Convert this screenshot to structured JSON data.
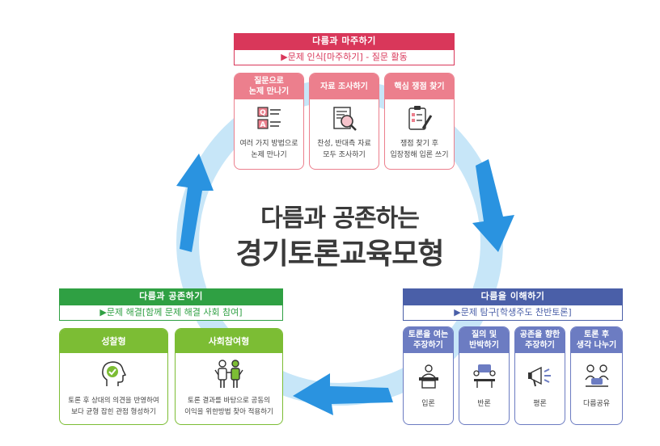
{
  "center": {
    "line1": "다름과 공존하는",
    "line2": "경기토론교육모형"
  },
  "colors": {
    "pink": "#d9375a",
    "pink_light": "#ec7f8d",
    "blue": "#4a5fa8",
    "blue_light": "#6c7cc2",
    "green": "#2fa043",
    "green_light": "#7cbd34",
    "ring": "#c7e6f8",
    "arrow": "#2a93e0"
  },
  "top": {
    "header": "다름과 마주하기",
    "sub": "▶문제 인식[마주하기] - 질문 활동",
    "cards": [
      {
        "title": "질문으로\n논제 만나기",
        "icon": "qa-icon",
        "desc": "여러 가지 방법으로\n논제 만나기"
      },
      {
        "title": "자료 조사하기",
        "icon": "document-search-icon",
        "desc": "찬성, 반대측 자료\n모두 조사하기"
      },
      {
        "title": "핵심 쟁점 찾기",
        "icon": "checklist-pen-icon",
        "desc": "쟁점 찾기 후\n입장정해 입론 쓰기"
      }
    ]
  },
  "right": {
    "header": "다름을 이해하기",
    "sub": "▶문제 탐구[학생주도 찬반토론]",
    "cards": [
      {
        "title": "토론을 여는\n주장하기",
        "icon": "podium-speaker-icon",
        "desc": "입론"
      },
      {
        "title": "질의 및\n반박하기",
        "icon": "discussion-table-icon",
        "desc": "반론"
      },
      {
        "title": "공존을 향한\n주장하기",
        "icon": "megaphone-icon",
        "desc": "평론"
      },
      {
        "title": "토론 후\n생각 나누기",
        "icon": "sharing-people-icon",
        "desc": "다름공유"
      }
    ]
  },
  "left": {
    "header": "다름과 공존하기",
    "sub": "▶문제 해결[함께 문제 해결 사회 참여]",
    "cards": [
      {
        "title": "성찰형",
        "icon": "head-check-icon",
        "desc": "토론 후 상대의 의견을 반영하여\n보다 균형 잡힌 관점 형성하기"
      },
      {
        "title": "사회참여형",
        "icon": "people-together-icon",
        "desc": "토론 결과를 바탕으로 공동의\n이익을 위한방법 찾아 적용하기"
      }
    ]
  }
}
